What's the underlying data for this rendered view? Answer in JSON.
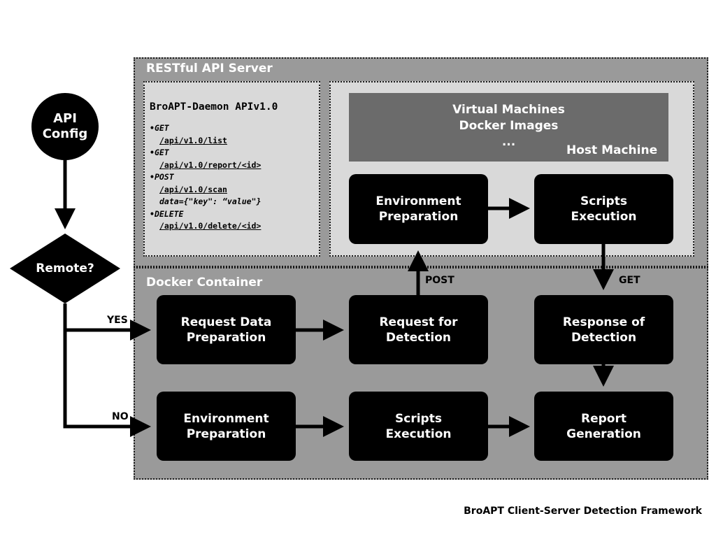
{
  "regions": {
    "api_server": {
      "title": "RESTful API Server"
    },
    "docker": {
      "title": "Docker Container"
    }
  },
  "api_doc": {
    "title": "BroAPT-Daemon APIv1.0",
    "endpoints": [
      {
        "method": "GET",
        "path": "/api/v1.0/list"
      },
      {
        "method": "GET",
        "path": "/api/v1.0/report/<id>"
      },
      {
        "method": "POST",
        "path": "/api/v1.0/scan",
        "extra": "data={\"key\": “value\"}"
      },
      {
        "method": "DELETE",
        "path": "/api/v1.0/delete/<id>"
      }
    ]
  },
  "host": {
    "lines": "Virtual Machines\nDocker Images\n...",
    "label": "Host Machine"
  },
  "nodes": {
    "api_config": "API\nConfig",
    "remote": "Remote?",
    "server_env_prep": "Environment\nPreparation",
    "server_scripts_exec": "Scripts\nExecution",
    "request_data_prep": "Request Data\nPreparation",
    "request_detection": "Request for\nDetection",
    "response_detection": "Response of\nDetection",
    "local_env_prep": "Environment\nPreparation",
    "local_scripts_exec": "Scripts\nExecution",
    "report_generation": "Report\nGeneration"
  },
  "edge_labels": {
    "yes": "YES",
    "no": "NO",
    "post": "POST",
    "get": "GET"
  },
  "caption": "BroAPT Client-Server Detection Framework",
  "colors": {
    "outer_region": "#9a9a9a",
    "inner_panel": "#d9d9d9",
    "host_bar": "#6b6b6b",
    "node": "#000000"
  }
}
